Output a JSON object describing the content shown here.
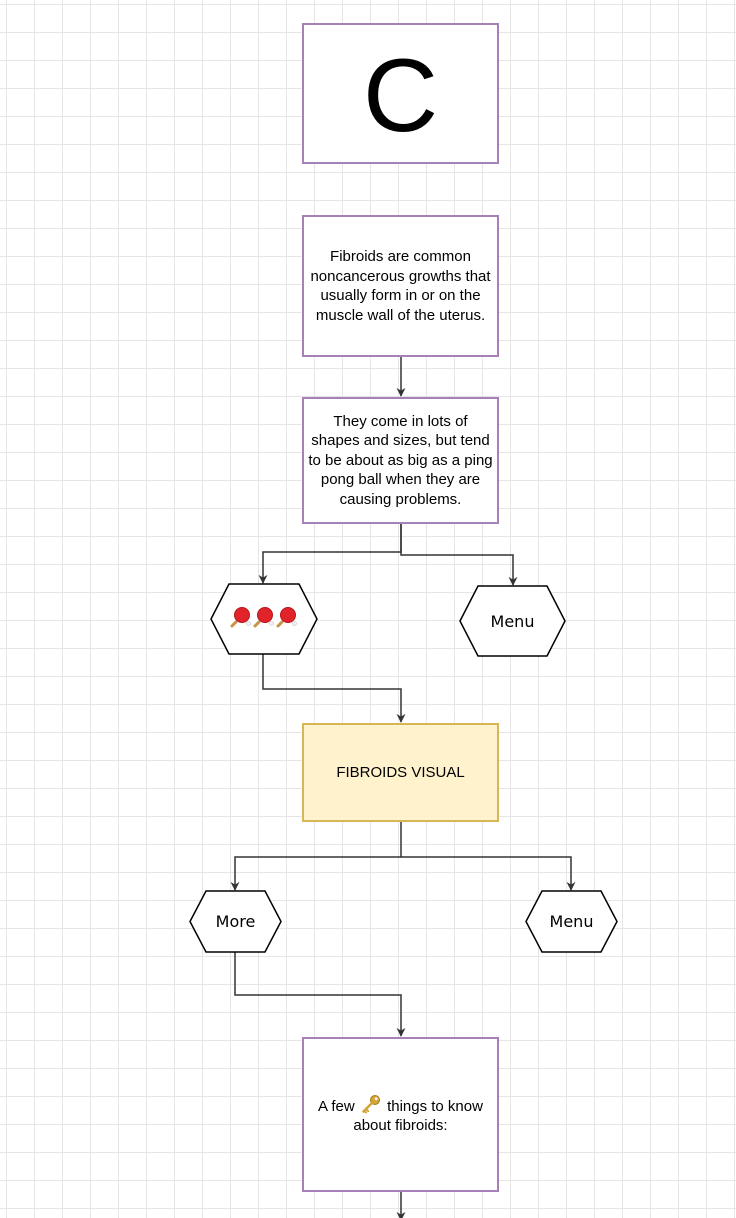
{
  "diagram": {
    "title_letter": "C",
    "box_intro": "Fibroids are common noncancerous growths that usually form in or on the muscle wall of the uterus.",
    "box_size": "They come in lots of shapes and sizes, but tend to be about as big as a ping pong ball when they are causing problems.",
    "hex_paddles_icons": [
      "ping-pong-paddle-icon",
      "ping-pong-paddle-icon",
      "ping-pong-paddle-icon"
    ],
    "hex_menu_top": "Menu",
    "box_visual": "FIBROIDS VISUAL",
    "hex_more": "More",
    "hex_menu_bottom": "Menu",
    "box_few_before": "A few",
    "box_few_icon": "key-icon",
    "box_few_after": "things to know about fibroids:"
  },
  "colors": {
    "box_border": "#a680b8",
    "visual_fill": "#fff2cc",
    "visual_border": "#d6b656",
    "connector": "#333333",
    "paddle_red": "#e0242a",
    "key_gold": "#d4a437"
  }
}
